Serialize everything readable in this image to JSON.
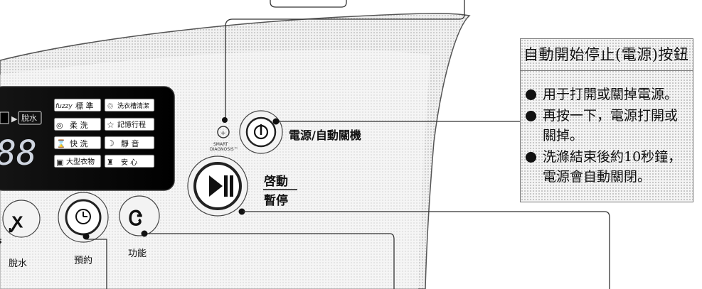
{
  "display": {
    "spin_label": "脫水",
    "digits": "88"
  },
  "program_buttons": [
    {
      "icon": "fuzzy-icon",
      "label": "標 準"
    },
    {
      "icon": "tub-clean-icon",
      "label": "洗衣槽清潔"
    },
    {
      "icon": "delicate-icon",
      "label": "柔 洗"
    },
    {
      "icon": "star-icon",
      "label": "記憶行程"
    },
    {
      "icon": "quick-wash-icon",
      "label": "快 洗"
    },
    {
      "icon": "silent-icon",
      "label": "靜 音"
    },
    {
      "icon": "bulky-icon",
      "label": "大型衣物"
    },
    {
      "icon": "safe-icon",
      "label": "安  心"
    }
  ],
  "controls": {
    "spin_label": "脫水",
    "delay_label": "預約",
    "function_label": "功能",
    "power_label": "電源/自動關機",
    "start_label_line1": "啓動",
    "start_label_line2": "暫停",
    "smart_diagnosis_line1": "SMART",
    "smart_diagnosis_line2": "DIAGNOSIS™"
  },
  "callout": {
    "title": "自動開始停止(電源)按鈕",
    "items": [
      "用于打開或關掉電源。",
      "再按一下，電源打開或關掉。",
      "洗滌結束後約10秒鐘，電源會自動關閉。"
    ],
    "item_lines": [
      [
        "用于打開或關掉電源。"
      ],
      [
        "再按一下，電源打開或",
        "關掉。"
      ],
      [
        "洗滌結束後約10秒鐘，",
        "電源會自動關閉。"
      ]
    ]
  }
}
